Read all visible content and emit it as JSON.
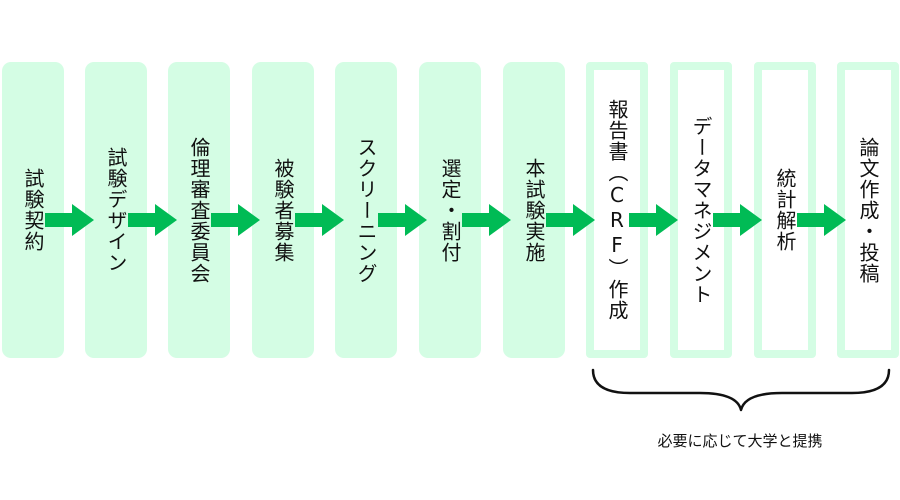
{
  "steps": [
    {
      "label": "試験契約",
      "style": "filled"
    },
    {
      "label": "試験デザイン",
      "style": "filled"
    },
    {
      "label": "倫理審査委員会",
      "style": "filled"
    },
    {
      "label": "被験者募集",
      "style": "filled"
    },
    {
      "label": "スクリーニング",
      "style": "filled"
    },
    {
      "label": "選定・割付",
      "style": "filled"
    },
    {
      "label": "本試験実施",
      "style": "filled"
    },
    {
      "label": "報告書（CRF）作成",
      "style": "outlined"
    },
    {
      "label": "データマネジメント",
      "style": "outlined"
    },
    {
      "label": "統計解析",
      "style": "outlined"
    },
    {
      "label": "論文作成・投稿",
      "style": "outlined"
    }
  ],
  "brace_note": "必要に応じて大学と提携",
  "colors": {
    "box_fill": "#d4fde4",
    "arrow": "#00bb55",
    "text": "#111111"
  }
}
